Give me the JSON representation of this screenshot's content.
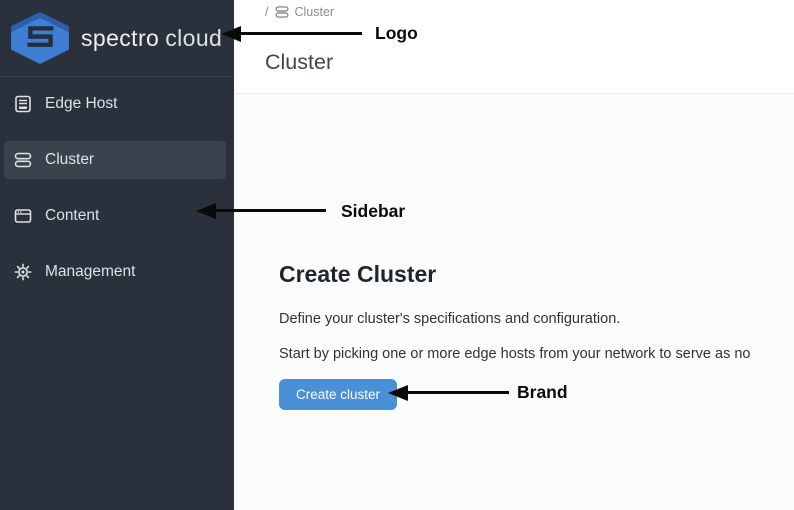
{
  "brand": {
    "name": "spectro cloud",
    "name_primary": "spectro",
    "name_secondary": "cloud"
  },
  "sidebar": {
    "items": [
      {
        "label": "Edge Host",
        "icon": "edge-host-icon",
        "active": false
      },
      {
        "label": "Cluster",
        "icon": "cluster-icon",
        "active": true
      },
      {
        "label": "Content",
        "icon": "content-icon",
        "active": false
      },
      {
        "label": "Management",
        "icon": "management-icon",
        "active": false
      }
    ]
  },
  "header": {
    "breadcrumb": {
      "separator": "/",
      "item": "Cluster"
    },
    "title": "Cluster"
  },
  "main": {
    "heading": "Create Cluster",
    "description_line1": "Define your cluster's specifications and configuration.",
    "description_line2": "Start by picking one or more edge hosts from your network to serve as no",
    "create_button_label": "Create cluster"
  },
  "annotations": [
    {
      "label": "Logo"
    },
    {
      "label": "Sidebar"
    },
    {
      "label": "Brand"
    }
  ],
  "colors": {
    "sidebar_bg": "#2b313c",
    "sidebar_active_bg": "#3a424d",
    "sidebar_text": "#dde1e6",
    "brand_blue": "#3e7ed5",
    "button_blue": "#4a90d9",
    "content_bg": "#fafdfb",
    "header_bg": "#ffffff",
    "annotation_color": "#0a0a0a"
  }
}
